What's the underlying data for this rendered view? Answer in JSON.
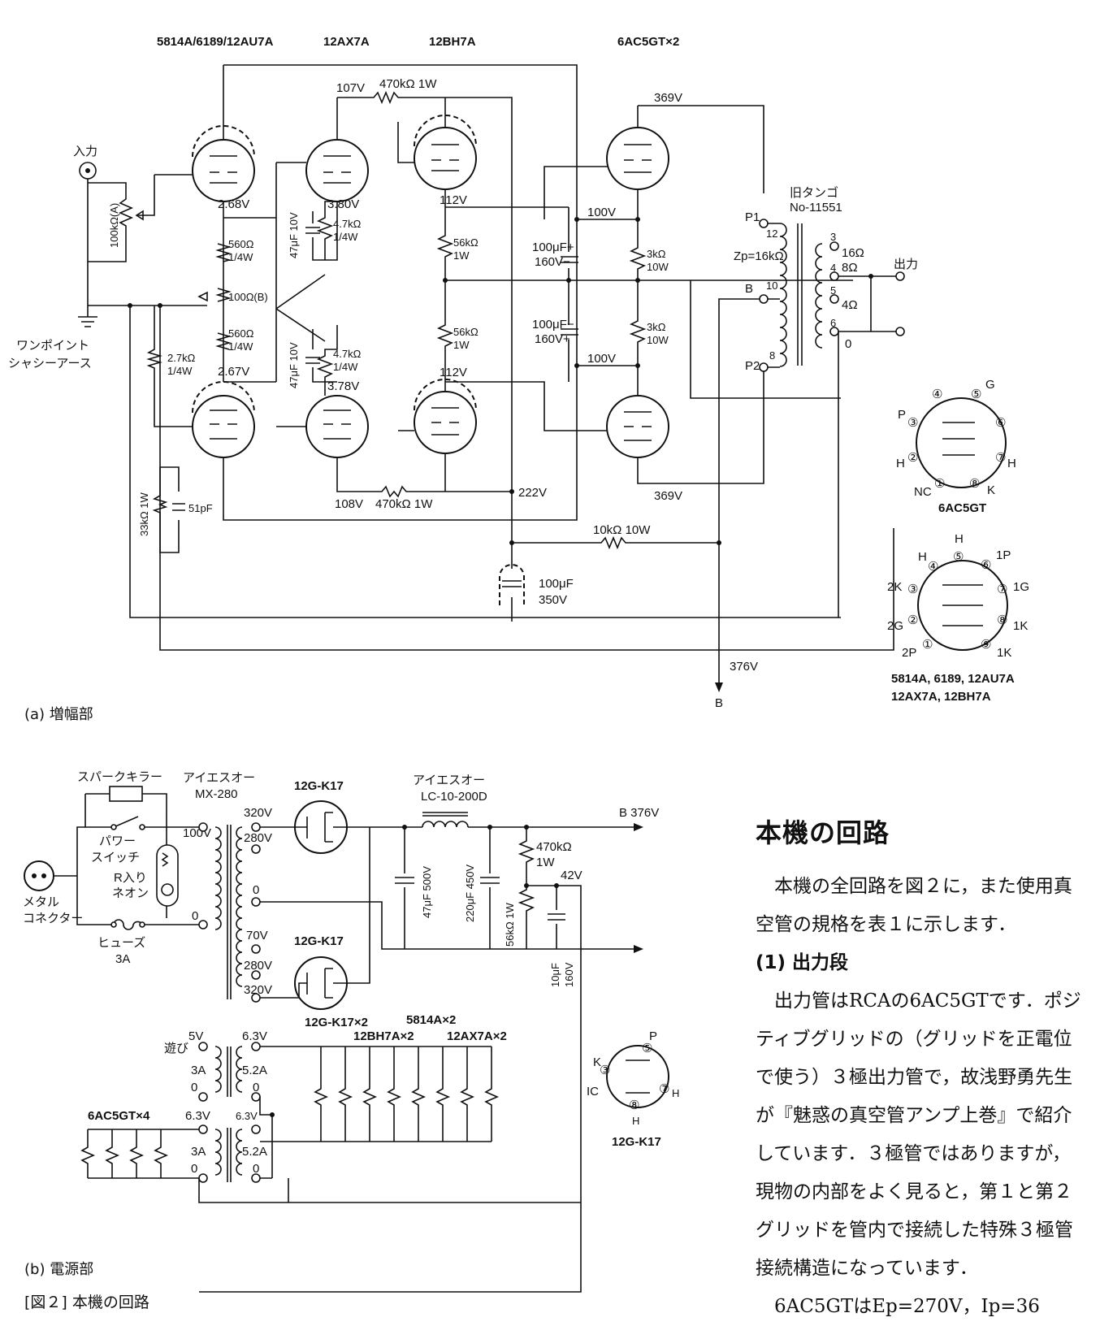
{
  "amp": {
    "tubes": {
      "t1": "5814A/6189/12AU7A",
      "t2": "12AX7A",
      "t3": "12BH7A",
      "t4": "6AC5GT×2"
    },
    "input_label": "入力",
    "pot": "100kΩ(A)",
    "ground_label_1": "ワンポイント",
    "ground_label_2": "シャシーアース",
    "v268": "2.68V",
    "v267": "2.67V",
    "r560a": "560Ω",
    "r560a_w": "1/4W",
    "r100b": "100Ω(B)",
    "r560b": "560Ω",
    "r560b_w": "1/4W",
    "r27k": "2.7kΩ",
    "r27k_w": "1/4W",
    "r33k": "33kΩ 1W",
    "c51p": "51pF",
    "v107": "107V",
    "r470k_top": "470kΩ 1W",
    "v108": "108V",
    "r470k_bot": "470kΩ 1W",
    "v380": "3.80V",
    "v378": "3.78V",
    "c47u_a": "47μF 10V",
    "c47u_b": "47μF 10V",
    "r47k_a": "4.7kΩ",
    "r47k_a_w": "1/4W",
    "r47k_b": "4.7kΩ",
    "r47k_b_w": "1/4W",
    "v112a": "112V",
    "v112b": "112V",
    "r56k_a": "56kΩ",
    "r56k_a_w": "1W",
    "r56k_b": "56kΩ",
    "r56k_b_w": "1W",
    "c100u_a": "100μF+",
    "c100u_a2": "160V−",
    "c100u_b": "100μF−",
    "c100u_b2": "160V+",
    "v100a": "100V",
    "v100b": "100V",
    "r3k_a": "3kΩ",
    "r3k_a_w": "10W",
    "r3k_b": "3kΩ",
    "r3k_b_w": "10W",
    "v369a": "369V",
    "v369b": "369V",
    "v222": "222V",
    "r10k": "10kΩ 10W",
    "c100u_350": "100μF",
    "c100u_350v": "350V",
    "v376": "376V",
    "b_label": "B",
    "ot_name": "旧タンゴ",
    "ot_model": "No-11551",
    "zp": "Zp=16kΩ",
    "p1": "P1",
    "p2": "P2",
    "b_tap": "B",
    "pin12": "12",
    "pin10": "10",
    "pin8": "8",
    "pin3": "3",
    "pin4": "4",
    "pin5": "5",
    "pin6": "6",
    "o16": "16Ω",
    "o8": "8Ω",
    "o4": "4Ω",
    "o0": "0",
    "output_label": "出力"
  },
  "base_6ac5": {
    "name": "6AC5GT",
    "pins": {
      "p4": "④",
      "p5": "⑤",
      "p3": "③",
      "p6": "⑥",
      "p2": "②",
      "p7": "⑦",
      "p1": "①",
      "p8": "⑧"
    },
    "labels": {
      "G": "G",
      "P": "P",
      "H1": "H",
      "H2": "H",
      "NC": "NC",
      "K": "K"
    }
  },
  "base_9pin": {
    "names": "5814A, 6189, 12AU7A",
    "names2": "12AX7A, 12BH7A",
    "pins": {
      "p1": "①",
      "p2": "②",
      "p3": "③",
      "p4": "④",
      "p5": "⑤",
      "p6": "⑥",
      "p7": "⑦",
      "p8": "⑧",
      "p9": "⑨"
    },
    "labels": {
      "H5": "H",
      "H4": "H",
      "1P": "1P",
      "2K": "2K",
      "1G": "1G",
      "2G": "2G",
      "1K8": "1K",
      "2P": "2P",
      "1K9": "1K"
    }
  },
  "caption_a": "(a) 増幅部",
  "psu": {
    "spark": "スパークキラー",
    "pt_maker": "アイエスオー",
    "pt_model": "MX-280",
    "power_sw_1": "パワー",
    "power_sw_2": "スイッチ",
    "neon_1": "R入り",
    "neon_2": "ネオン",
    "connector_1": "メタル",
    "connector_2": "コネクター",
    "fuse_1": "ヒューズ",
    "fuse_2": "3A",
    "v100": "100V",
    "v0": "0",
    "s320a": "320V",
    "s280a": "280V",
    "s0": "0",
    "s70": "70V",
    "s280b": "280V",
    "s320b": "320V",
    "rect_a": "12G-K17",
    "rect_b": "12G-K17",
    "choke_maker": "アイエスオー",
    "choke_model": "LC-10-200D",
    "b376": "B 376V",
    "c47": "47μF 500V",
    "c220": "220μF 450V",
    "r470k": "470kΩ",
    "r470k_w": "1W",
    "v42": "42V",
    "r56k": "56kΩ 1W",
    "c10": "10μF",
    "c10v": "160V",
    "heater_note_1": "12G-K17×2",
    "heater_note_2": "5814A×2",
    "heater_note_3": "12BH7A×2",
    "heater_note_4": "12AX7A×2",
    "spare": "遊び",
    "h5v": "5V",
    "h3a_a": "3A",
    "h0a": "0",
    "h63a": "6.3V",
    "h52a": "5.2A",
    "h0b": "0",
    "h63b": "6.3V",
    "h52b": "5.2A",
    "h0c": "0",
    "h63c": "6.3V",
    "h3a_b": "3A",
    "h0d": "0",
    "load_6ac5": "6AC5GT×4",
    "k17_name": "12G-K17",
    "k17_pins": {
      "p3": "③",
      "p5": "⑤",
      "p7": "⑦",
      "p8": "⑧"
    },
    "k17_labels": {
      "K": "K",
      "P": "P",
      "IC": "IC",
      "H1": "H",
      "H2": "H"
    }
  },
  "caption_b": "(b) 電源部",
  "figure_caption": "[図２] 本機の回路",
  "article": {
    "heading": "本機の回路",
    "p1": "本機の全回路を図２に，また使用真空管の規格を表１に示します．",
    "h_section": "(1) 出力段",
    "p2": "出力管はRCAの6AC5GTです．ポジティブグリッドの（グリッドを正電位で使う）３極出力管で，故浅野勇先生が『魅惑の真空管アンプ上巻』で紹介しています．３極管ではありますが，現物の内部をよく見ると，第１と第２グリッドを管内で接続した特殊３極管接続構造になっています．",
    "p3": "6AC5GTはEp=270V，Ip=36"
  }
}
